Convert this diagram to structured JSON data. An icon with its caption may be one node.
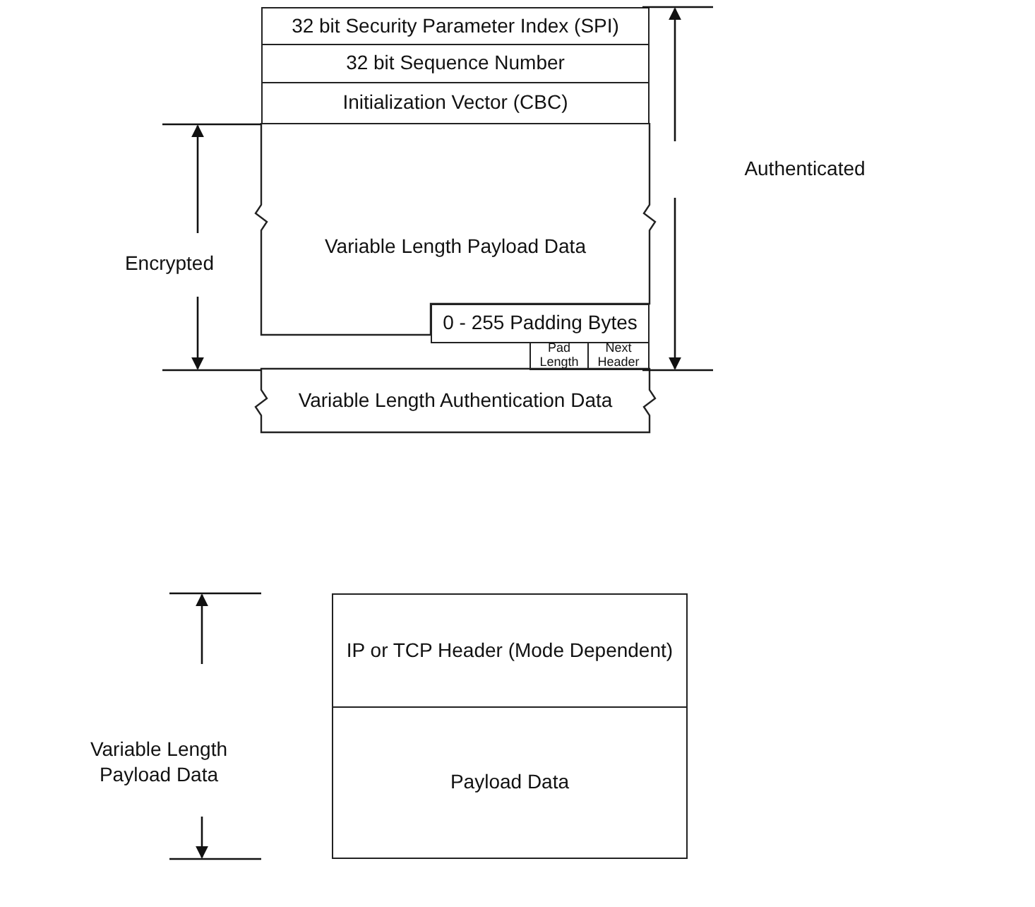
{
  "diagram": {
    "nodes": [
      {
        "text": [
          "32 bit Security Parameter Index (SPI)"
        ]
      },
      {
        "text": [
          "32 bit Sequence Number"
        ]
      },
      {
        "text": [
          "Initialization Vector (CBC)"
        ]
      },
      {
        "text": [
          "Variable Length Payload Data"
        ]
      },
      {
        "text": [
          "0 - 255 Padding Bytes"
        ]
      },
      {
        "text": [
          "Pad Length"
        ]
      },
      {
        "text": [
          "Next Header"
        ]
      },
      {
        "text": [
          "Variable Length Authentication Data"
        ]
      },
      {
        "text": [
          "IP or TCP Header (Mode Dependent)"
        ]
      },
      {
        "text": [
          "Payload Data"
        ]
      }
    ],
    "labels": [
      "Encrypted",
      "Authenticated",
      "Variable Length Payload Data"
    ]
  }
}
